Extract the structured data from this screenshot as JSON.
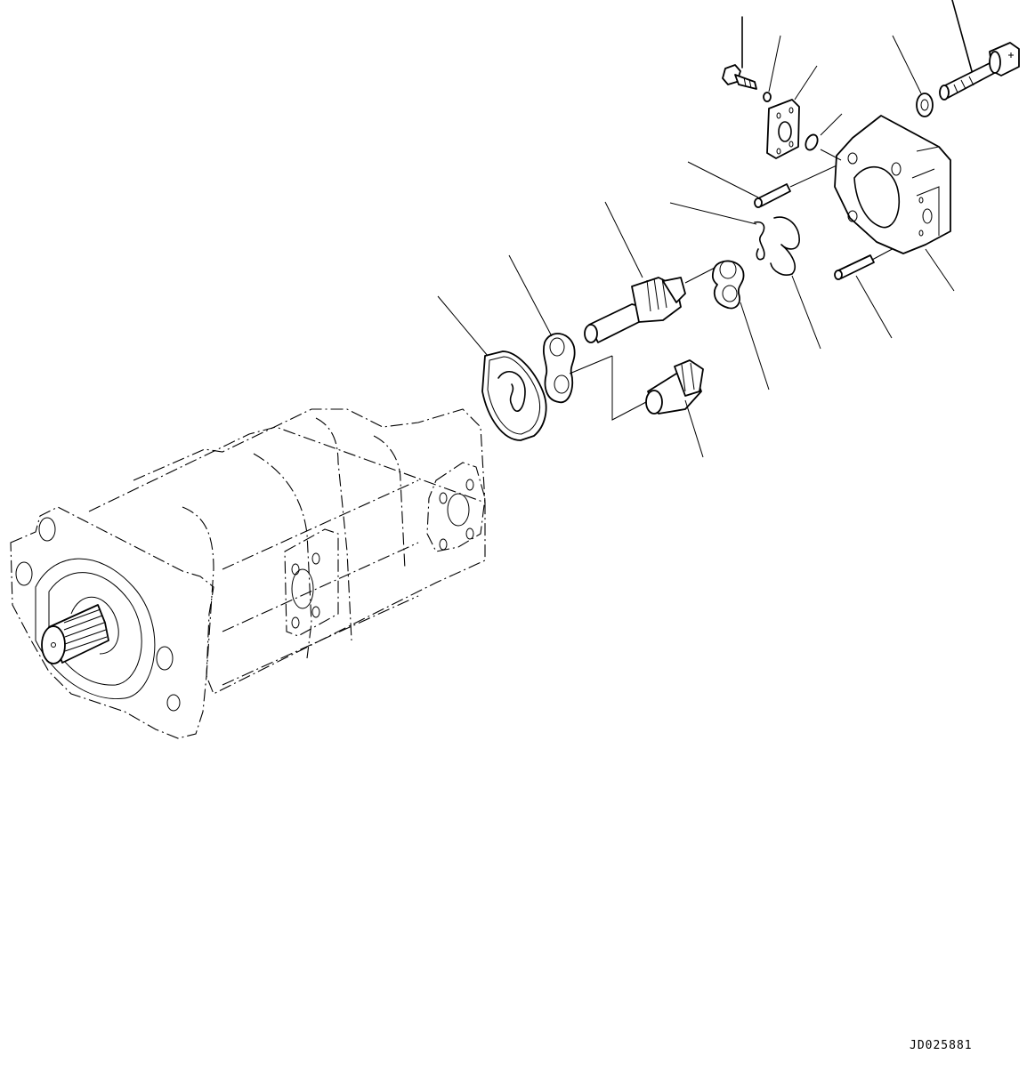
{
  "diagram": {
    "type": "exploded-parts-diagram",
    "subject": "gear pump assembly (tandem pump with rear cover, gears, plates, seals)",
    "reference_code": "JD025881",
    "colors": {
      "line": "#000000",
      "background": "#ffffff"
    },
    "parts": [
      {
        "id": "bolt-large",
        "name": "cap screw (rear)"
      },
      {
        "id": "washer",
        "name": "washer"
      },
      {
        "id": "cover-housing",
        "name": "rear cover / housing"
      },
      {
        "id": "o-ring",
        "name": "O-ring"
      },
      {
        "id": "flange-plate",
        "name": "flange plate"
      },
      {
        "id": "spring-washer",
        "name": "spring washer"
      },
      {
        "id": "bolt-small",
        "name": "bolt"
      },
      {
        "id": "dowel-pin-upper",
        "name": "dowel pin"
      },
      {
        "id": "dowel-pin-lower",
        "name": "dowel pin"
      },
      {
        "id": "backup-ring",
        "name": "backup ring"
      },
      {
        "id": "seal-ring",
        "name": "seal"
      },
      {
        "id": "side-plate-rear",
        "name": "side plate (rear)"
      },
      {
        "id": "drive-gear",
        "name": "drive gear shaft"
      },
      {
        "id": "driven-gear",
        "name": "driven gear"
      },
      {
        "id": "side-plate-front",
        "name": "side plate (front)"
      },
      {
        "id": "gasket",
        "name": "gasket"
      },
      {
        "id": "pump-body",
        "name": "pump assembly body (phantom)"
      }
    ]
  }
}
